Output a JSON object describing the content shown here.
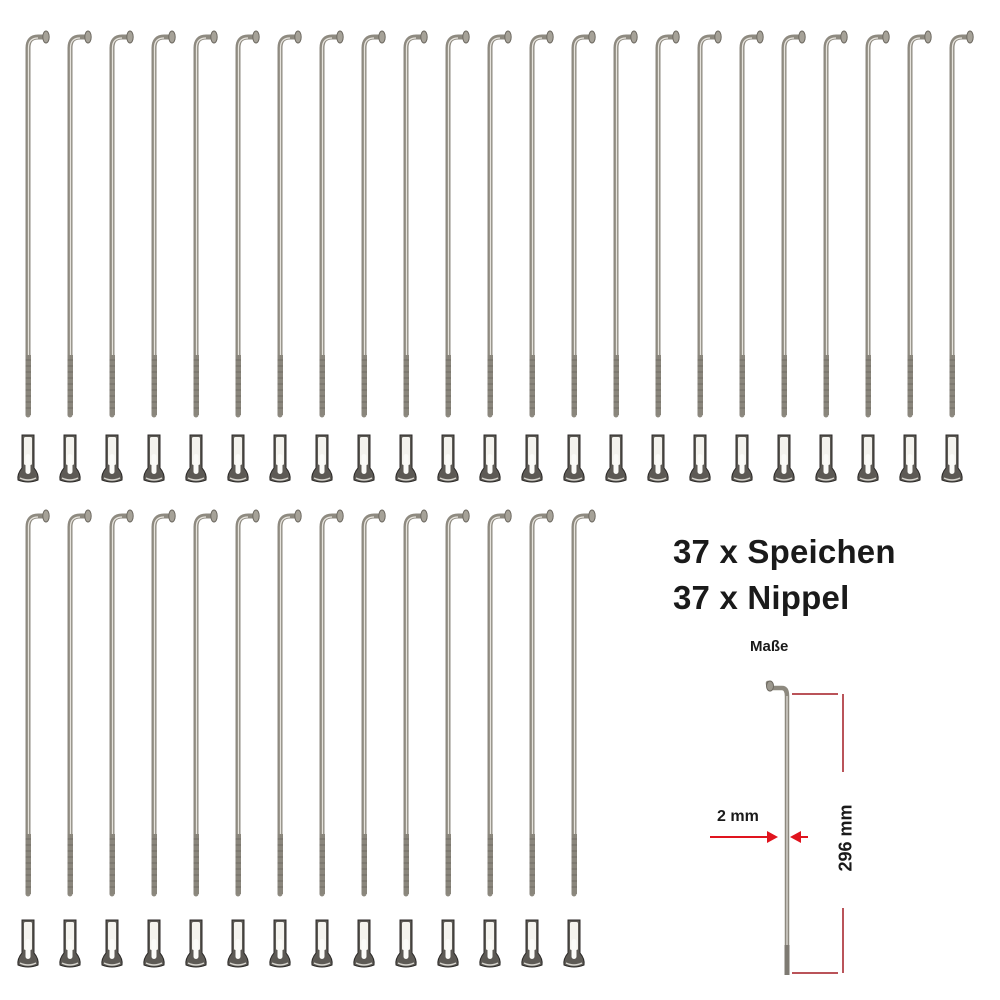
{
  "product": {
    "spoke_count": 37,
    "nipple_count": 37,
    "top_row_count": 23,
    "bottom_row_count": 14
  },
  "headline": {
    "line1": "37 x Speichen",
    "line2": "37 x Nippel"
  },
  "dimensions": {
    "heading": "Maße",
    "diameter_label": "2 mm",
    "length_label": "296 mm"
  },
  "colors": {
    "steel": "#a9a59c",
    "steel_dark": "#6e6a62",
    "steel_light": "#e4e2dc",
    "arrow_red": "#e0141e",
    "line_red": "#a31a22",
    "text": "#1a1a1a",
    "background": "#ffffff"
  },
  "icons": {
    "spoke": "spoke-icon",
    "nipple": "nipple-icon",
    "arrow": "arrow-right-icon"
  }
}
